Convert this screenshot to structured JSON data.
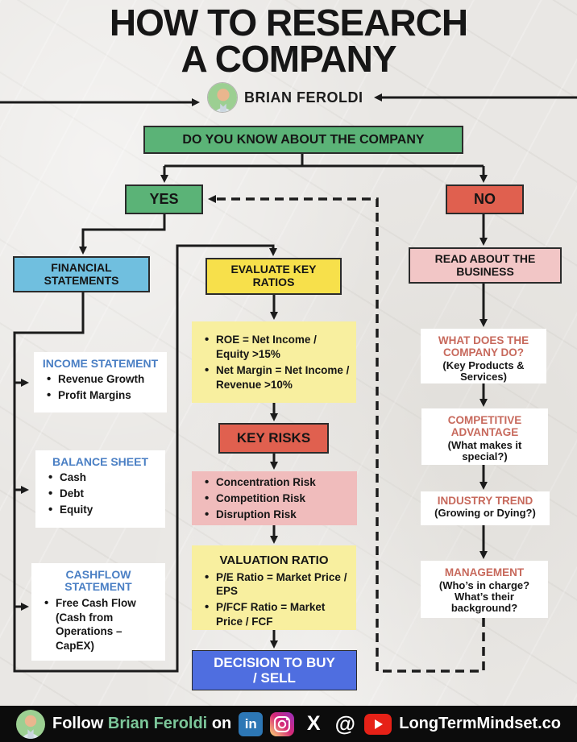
{
  "header": {
    "title_line1": "HOW TO RESEARCH",
    "title_line2": "A COMPANY",
    "author_name": "BRIAN FEROLDI",
    "avatar_icon": "person-avatar"
  },
  "flow": {
    "question": {
      "label": "DO YOU KNOW ABOUT THE COMPANY"
    },
    "yes": {
      "label": "YES"
    },
    "no": {
      "label": "NO"
    },
    "financial_statements": {
      "label": "FINANCIAL STATEMENTS"
    },
    "evaluate_key_ratios": {
      "label": "EVALUATE KEY RATIOS"
    },
    "read_about_business": {
      "label": "READ ABOUT THE BUSINESS"
    },
    "income_statement": {
      "title": "INCOME STATEMENT",
      "items": [
        "Revenue Growth",
        "Profit Margins"
      ]
    },
    "balance_sheet": {
      "title": "BALANCE SHEET",
      "items": [
        "Cash",
        "Debt",
        "Equity"
      ]
    },
    "cashflow_statement": {
      "title": "CASHFLOW STATEMENT",
      "items": [
        "Free Cash Flow (Cash from Operations – CapEX)"
      ]
    },
    "key_ratios": {
      "items": [
        "ROE = Net Income / Equity >15%",
        "Net Margin = Net Income / Revenue >10%"
      ]
    },
    "key_risks": {
      "label": "KEY RISKS"
    },
    "risk_list": {
      "items": [
        "Concentration Risk",
        "Competition Risk",
        "Disruption Risk"
      ]
    },
    "valuation_ratio": {
      "title": "VALUATION RATIO",
      "items": [
        "P/E Ratio = Market Price / EPS",
        "P/FCF Ratio = Market Price / FCF"
      ]
    },
    "decision": {
      "label": "DECISION TO BUY / SELL"
    },
    "what_company_does": {
      "title": "WHAT DOES THE COMPANY DO?",
      "subtitle": "(Key Products & Services)"
    },
    "competitive_advantage": {
      "title": "COMPETITIVE ADVANTAGE",
      "subtitle": "(What makes it special?)"
    },
    "industry_trend": {
      "title": "INDUSTRY TREND",
      "subtitle": "(Growing or Dying?)"
    },
    "management": {
      "title": "MANAGEMENT",
      "subtitle": "(Who’s in charge? What’s their background?"
    }
  },
  "footer": {
    "follow_prefix": "Follow",
    "author_name": "Brian Feroldi",
    "follow_suffix": "on",
    "site": "LongTermMindset.co",
    "linkedin_glyph": "in",
    "x_glyph": "X",
    "threads_glyph": "@",
    "icons": [
      "linkedin-icon",
      "instagram-icon",
      "x-icon",
      "threads-icon",
      "youtube-icon"
    ]
  },
  "theme": {
    "background": "#e9e7e4",
    "green": "#5bb377",
    "red": "#e0604f",
    "blue": "#70bfdf",
    "yellow": "#f7e04b",
    "pale_yellow": "#f8ef9f",
    "pink": "#f0bcbc",
    "light_pink": "#f2c6c6",
    "decision_blue": "#4f6ee0",
    "heading_blue": "#4a7fc4",
    "heading_red": "#c7695c",
    "line_black": "#1b1b1b",
    "footer_bg": "#0c0c0c",
    "footer_green": "#7cc79a",
    "linkedin_blue": "#2d77b5",
    "youtube_red": "#e62117"
  }
}
